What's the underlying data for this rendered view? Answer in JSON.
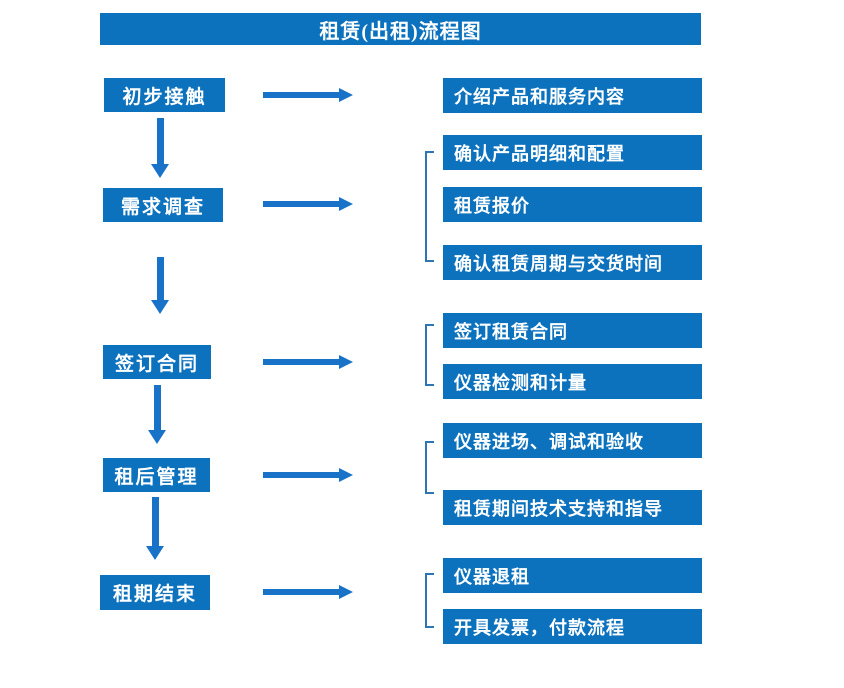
{
  "title": "租赁(出租)流程图",
  "colors": {
    "primary_blue": "#0d72be",
    "arrow_blue": "#1873c8",
    "bracket_blue": "#2e75b6",
    "text_white": "#ffffff",
    "background": "#ffffff"
  },
  "steps": [
    {
      "label": "初步接触",
      "details": [
        "介绍产品和服务内容"
      ]
    },
    {
      "label": "需求调查",
      "details": [
        "确认产品明细和配置",
        "租赁报价",
        "确认租赁周期与交货时间"
      ]
    },
    {
      "label": "签订合同",
      "details": [
        "签订租赁合同",
        "仪器检测和计量"
      ]
    },
    {
      "label": "租后管理",
      "details": [
        "仪器进场、调试和验收",
        "租赁期间技术支持和指导"
      ]
    },
    {
      "label": "租期结束",
      "details": [
        "仪器退租",
        "开具发票，付款流程"
      ]
    }
  ]
}
